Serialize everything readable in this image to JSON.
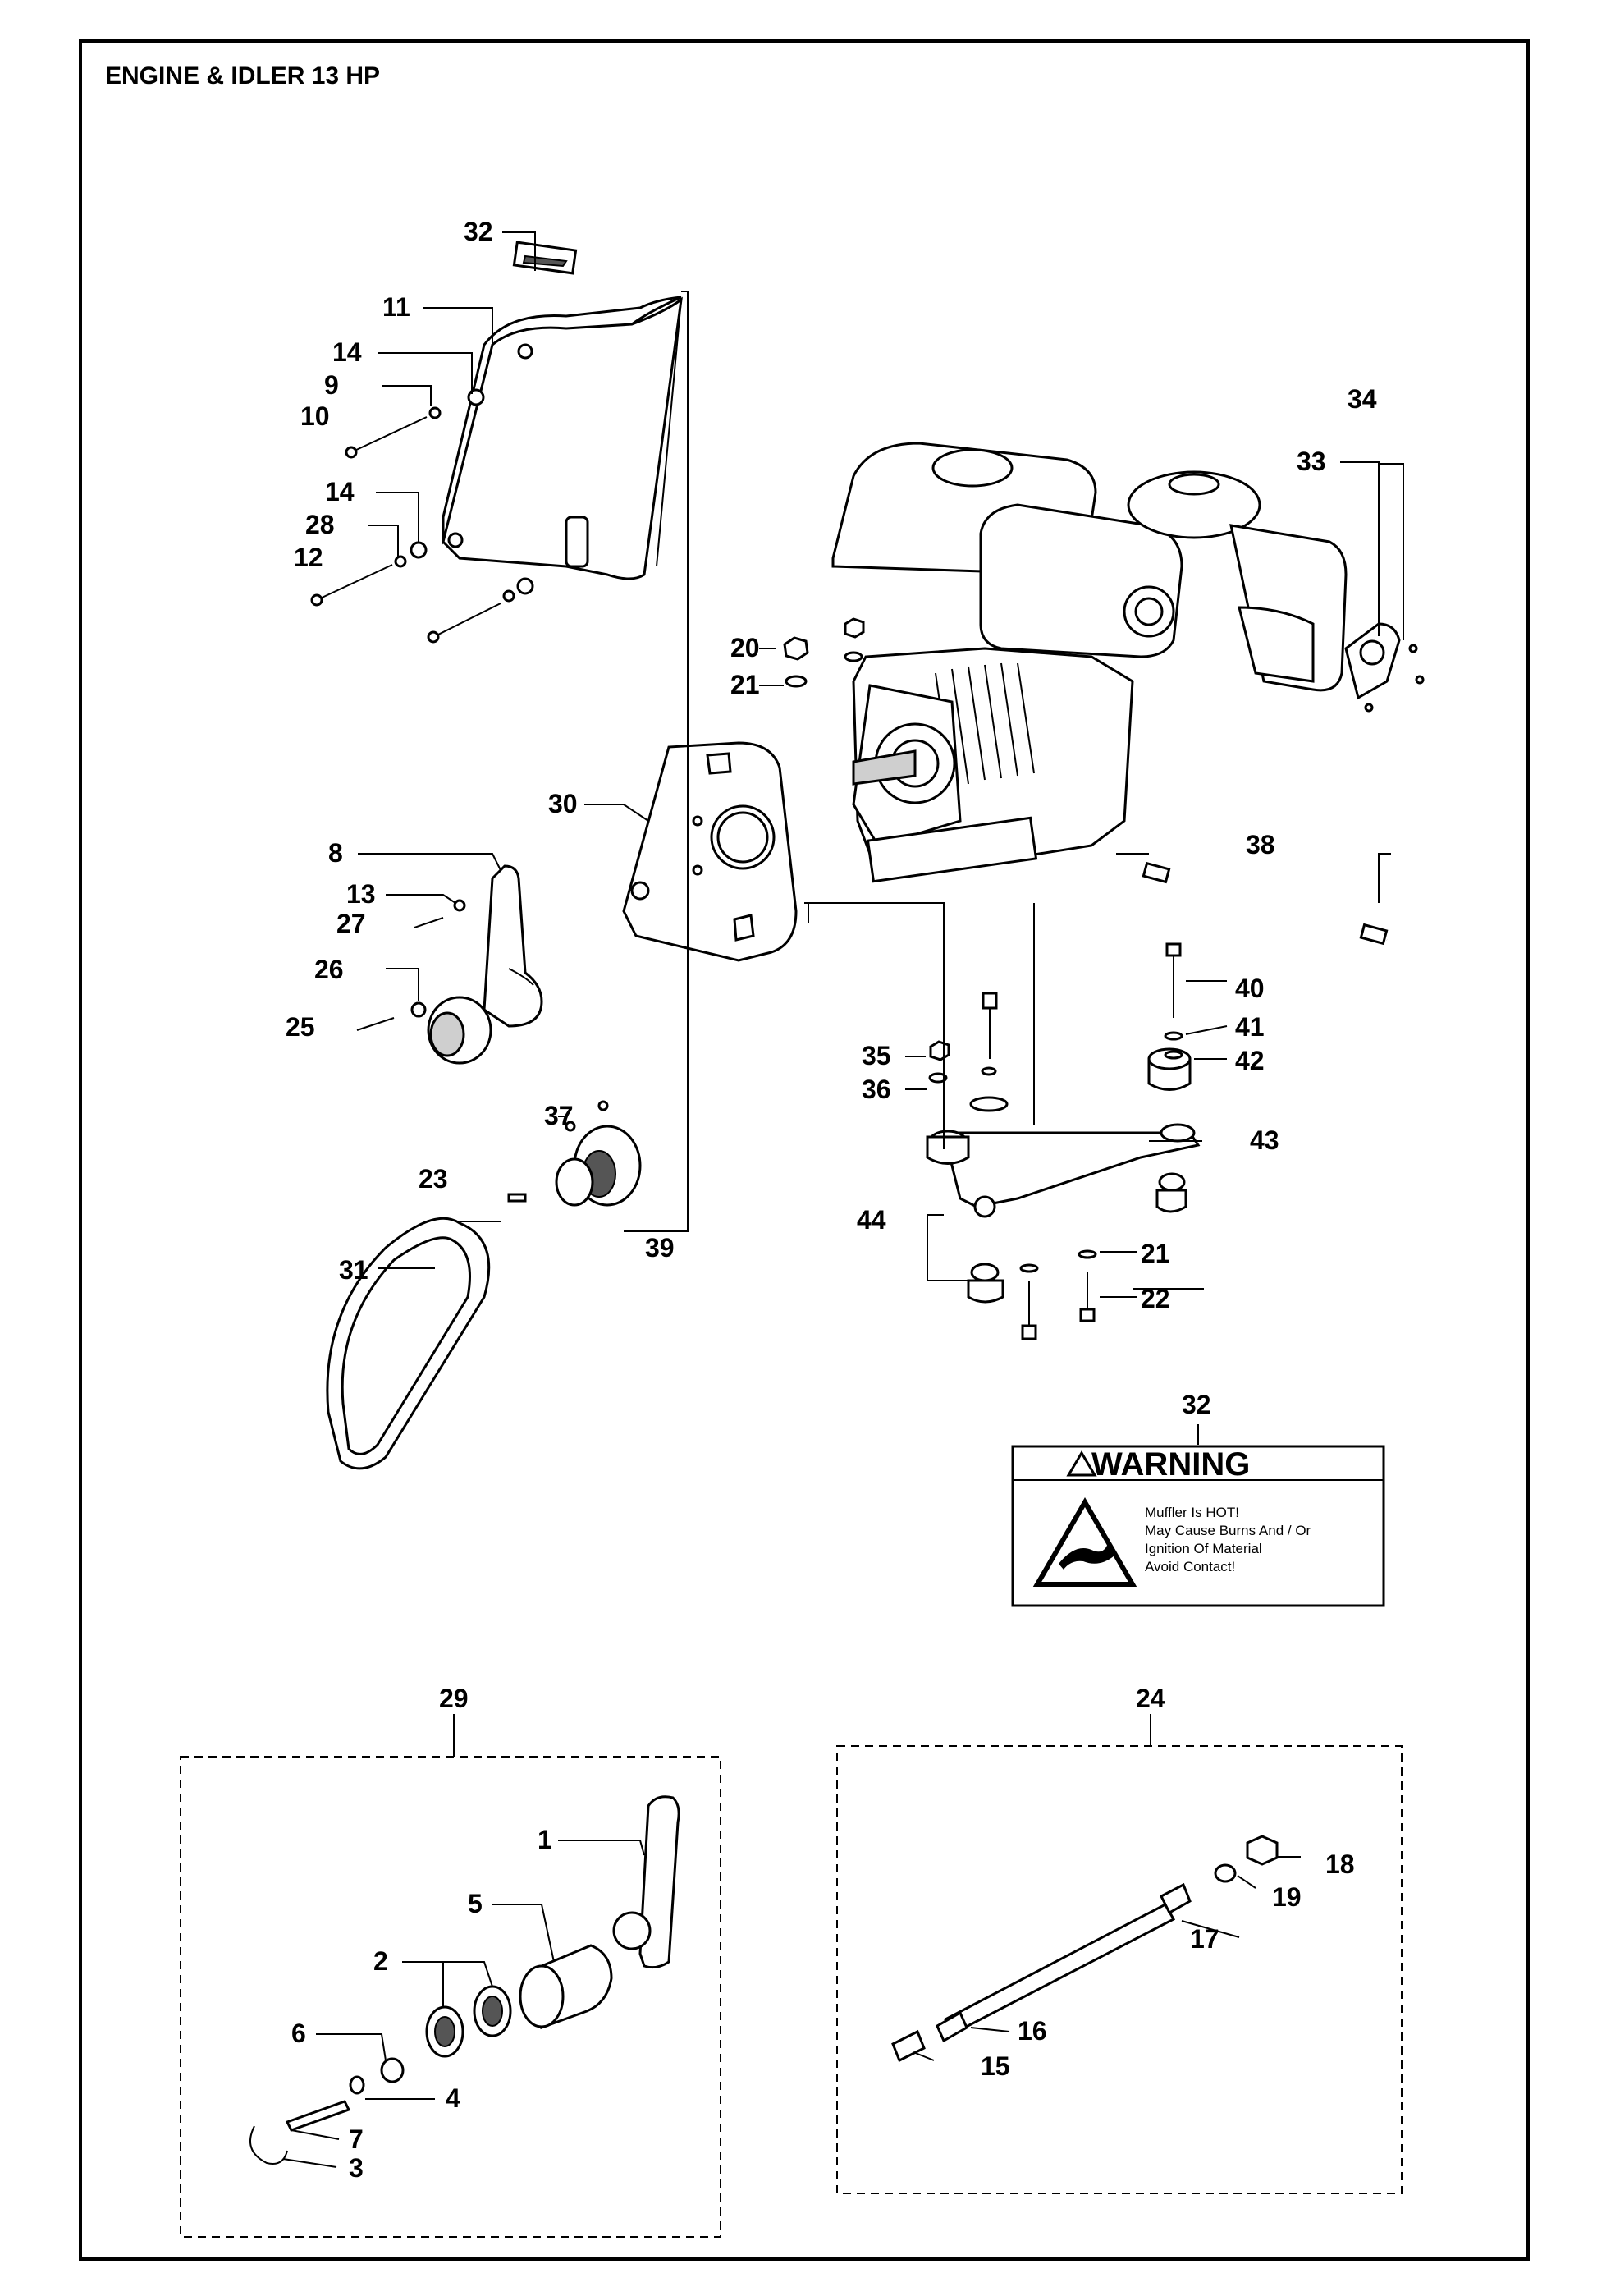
{
  "title": "ENGINE & IDLER 13 HP",
  "warning_label": {
    "heading": "WARNING",
    "lines": [
      "Muffler Is HOT!",
      "May Cause Burns And / Or",
      "Ignition Of Material",
      "Avoid Contact!"
    ]
  },
  "part_labels": {
    "p1": "1",
    "p2": "2",
    "p3": "3",
    "p4": "4",
    "p5": "5",
    "p6": "6",
    "p7": "7",
    "p8": "8",
    "p9": "9",
    "p10": "10",
    "p11": "11",
    "p12": "12",
    "p13": "13",
    "p14a": "14",
    "p14b": "14",
    "p15": "15",
    "p16": "16",
    "p17": "17",
    "p18": "18",
    "p19": "19",
    "p20": "20",
    "p21a": "21",
    "p21b": "21",
    "p22": "22",
    "p23": "23",
    "p24": "24",
    "p25": "25",
    "p26": "26",
    "p27": "27",
    "p28": "28",
    "p29": "29",
    "p30": "30",
    "p31": "31",
    "p32a": "32",
    "p32b": "32",
    "p33": "33",
    "p34": "34",
    "p35": "35",
    "p36": "36",
    "p37": "37",
    "p38": "38",
    "p39": "39",
    "p40": "40",
    "p41": "41",
    "p42": "42",
    "p43": "43",
    "p44": "44"
  }
}
